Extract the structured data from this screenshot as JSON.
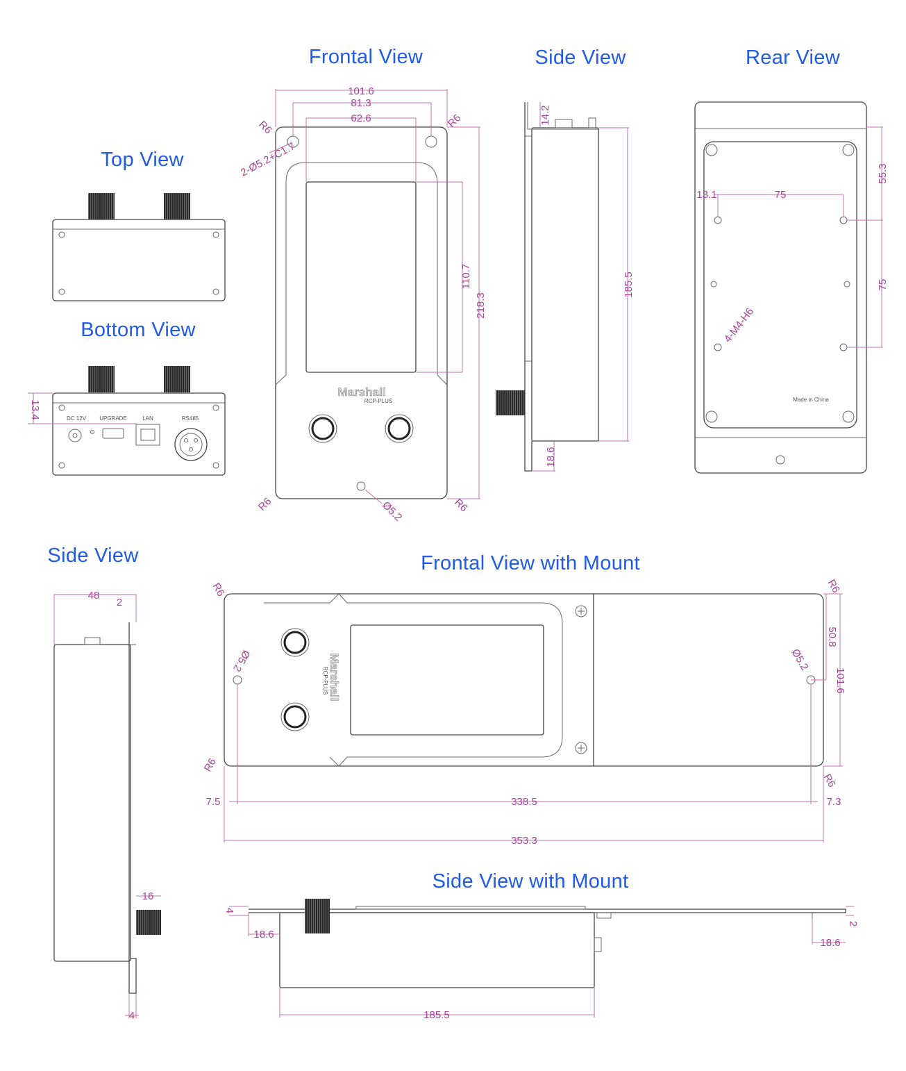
{
  "titles": {
    "frontal": "Frontal View",
    "side_top": "Side View",
    "rear": "Rear View",
    "top": "Top View",
    "bottom": "Bottom View",
    "side_bottom": "Side View",
    "frontal_mount": "Frontal View with Mount",
    "side_mount": "Side View with Mount"
  },
  "colors": {
    "title": "#1f5ae8",
    "dimension": "#a8429a",
    "outline": "#444444"
  },
  "frontal": {
    "w_outer": "101.6",
    "w_mid": "81.3",
    "w_screen": "62.6",
    "holes": "2-Ø5.2+C1.7",
    "h_screen": "110.7",
    "h_total": "218.3",
    "hole_bottom": "Ø5.2",
    "r_tl": "R6",
    "r_tr": "R6",
    "r_bl": "R6",
    "r_br": "R6",
    "brand": "Marshall",
    "model": "RCP-PLUS"
  },
  "side_top": {
    "top_h": "14.2",
    "height": "185.5",
    "bottom_h": "18.6"
  },
  "rear": {
    "left": "13.1",
    "spacing_h": "75",
    "top_v": "55.3",
    "spacing_v": "75",
    "holes": "4-M4-H6",
    "made_in": "Made in China"
  },
  "bottom": {
    "height": "13.4",
    "ports": [
      "DC 12V",
      "UPGRADE",
      "LAN",
      "RS485"
    ]
  },
  "side_bottom": {
    "depth": "48",
    "plate": "2",
    "knob": "16",
    "foot": "4"
  },
  "frontal_mount": {
    "r_tl": "R6",
    "r_tr": "R6",
    "r_bl": "R6",
    "r_br": "R6",
    "hole_l": "Ø5.2",
    "hole_r": "Ø5.2",
    "v_half": "50.8",
    "v_full": "101.6",
    "left_offset": "7.5",
    "span": "338.5",
    "right_offset": "7.3",
    "total": "353.3",
    "brand": "Marshall",
    "model": "RCP-PLUS"
  },
  "side_mount": {
    "plate_l": "4",
    "foot_l": "18.6",
    "length": "185.5",
    "plate_r": "2",
    "foot_r": "18.6"
  }
}
